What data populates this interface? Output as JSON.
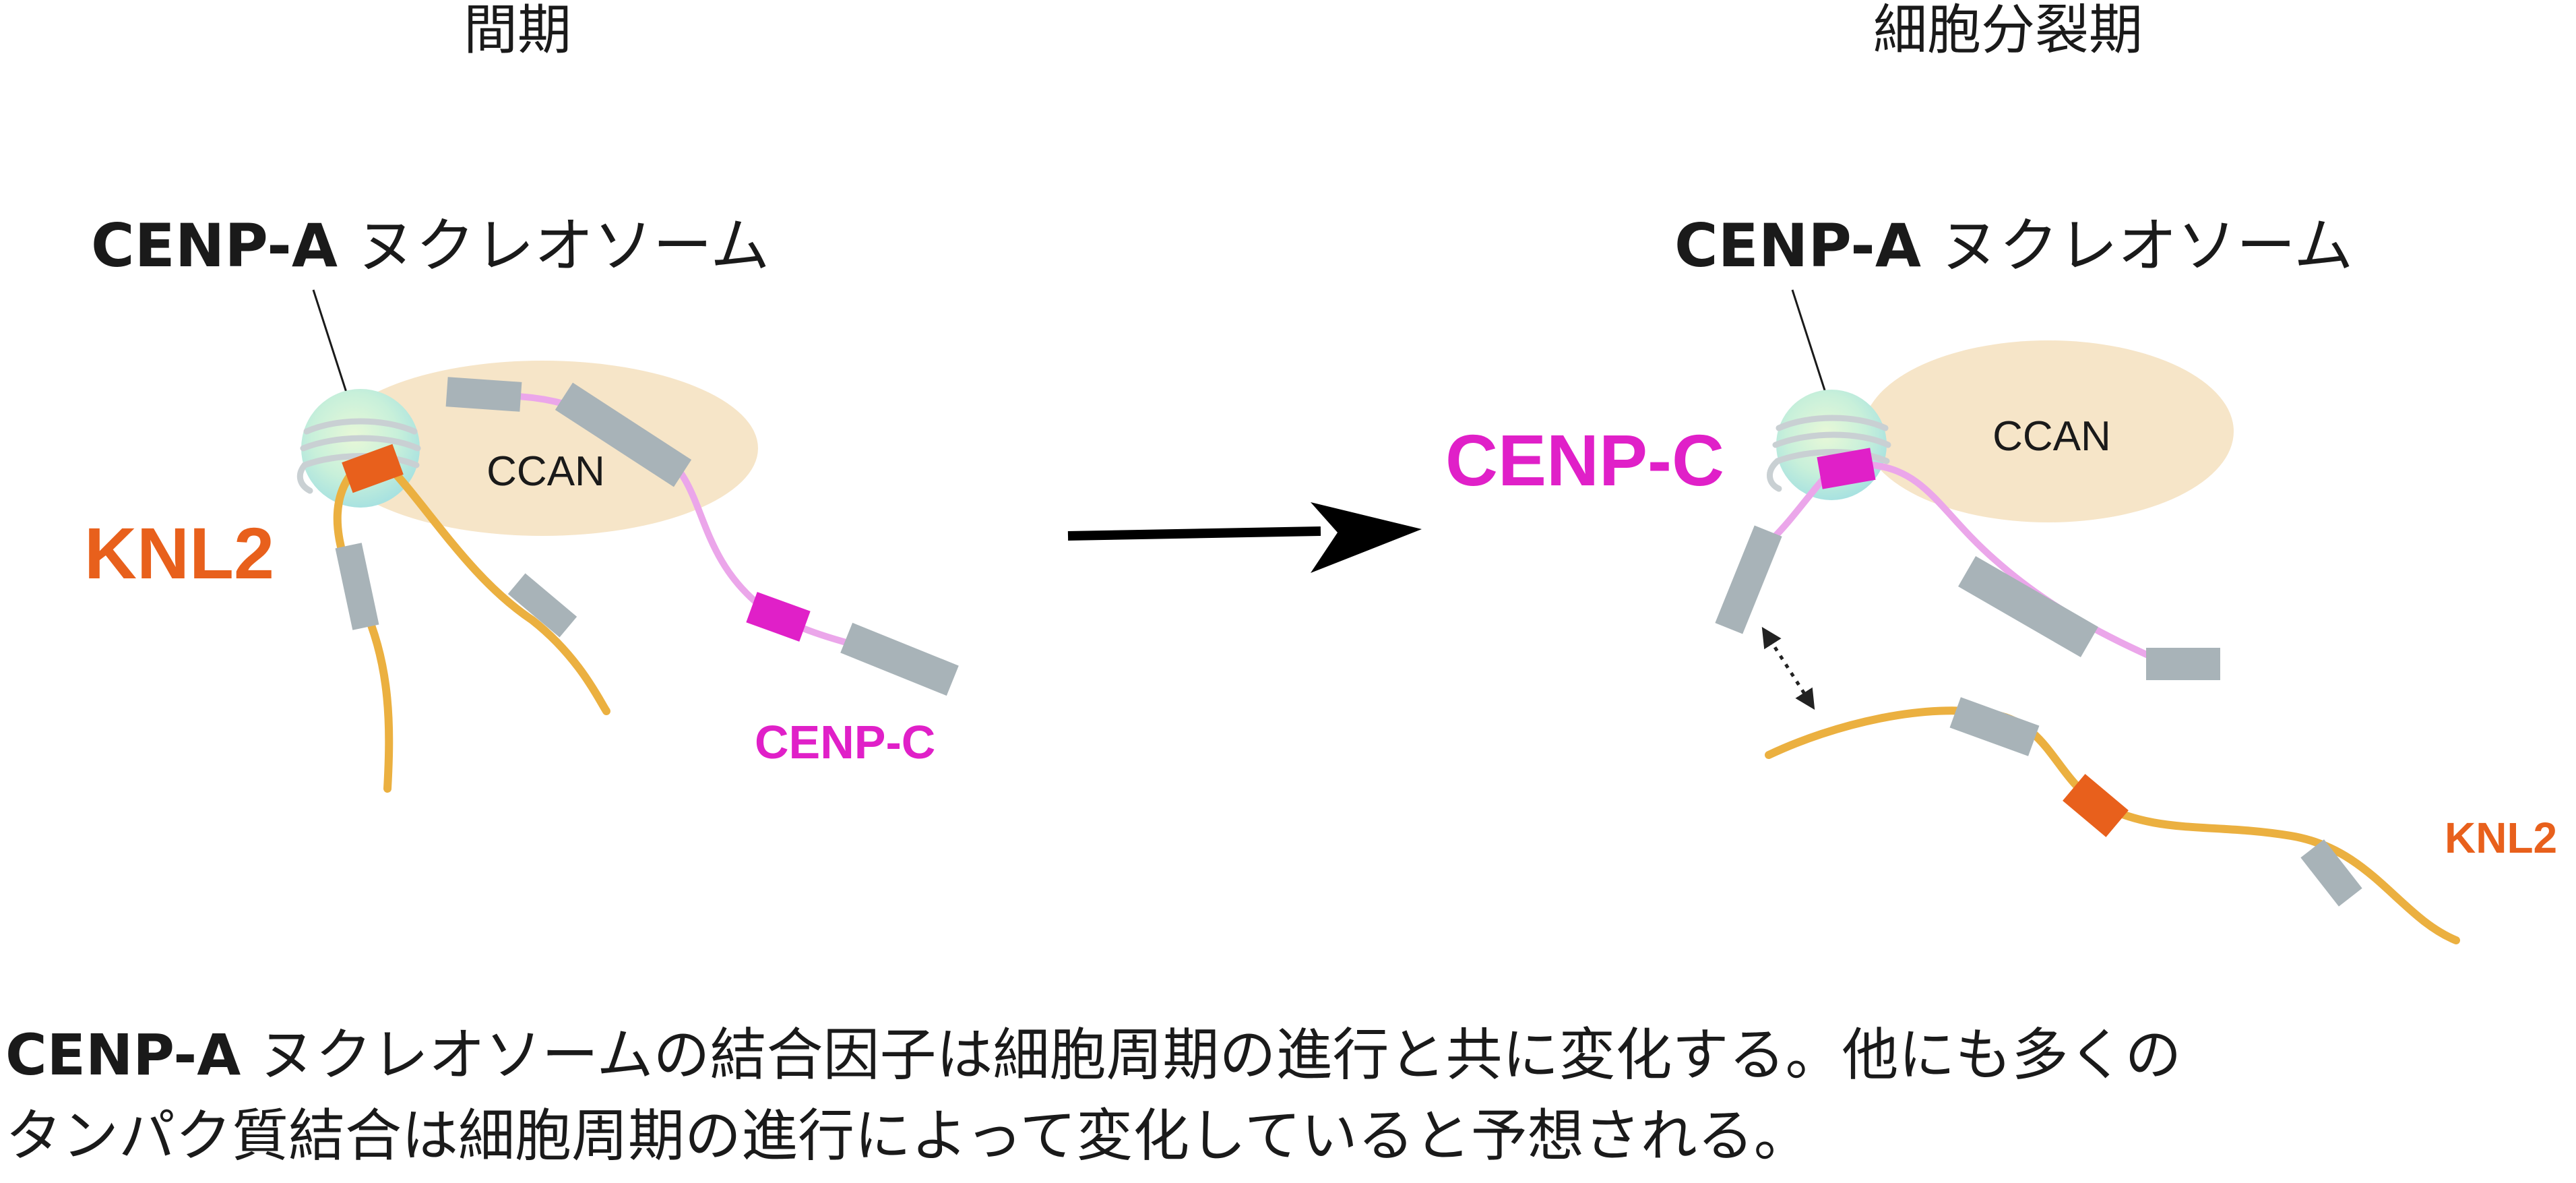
{
  "panels": {
    "left_title": "間期",
    "right_title": "細胞分裂期"
  },
  "labels": {
    "nucleosome_bold": "CENP-A",
    "nucleosome_rest": " ヌクレオソーム",
    "ccan": "CCAN",
    "knl2": "KNL2",
    "cenpc": "CENP-C"
  },
  "caption": {
    "line1_bold": "CENP-A",
    "line1_rest": " ヌクレオソームの結合因子は細胞周期の進行と共に変化する。他にも多くの",
    "line2": "タンパク質結合は細胞周期の進行によって変化していると予想される。"
  },
  "colors": {
    "knl2": "#E8601C",
    "cenpc": "#E020C8",
    "cenpc_fiber": "#EBA6EA",
    "knl2_fiber": "#EBB040",
    "ccan": "#F6E5C8",
    "domain": "#A8B3B8",
    "nucleosome": "#B8EBCF"
  },
  "icons": {
    "transition": "right-arrow-icon",
    "binding": "double-headed-dotted-arrow-icon"
  }
}
